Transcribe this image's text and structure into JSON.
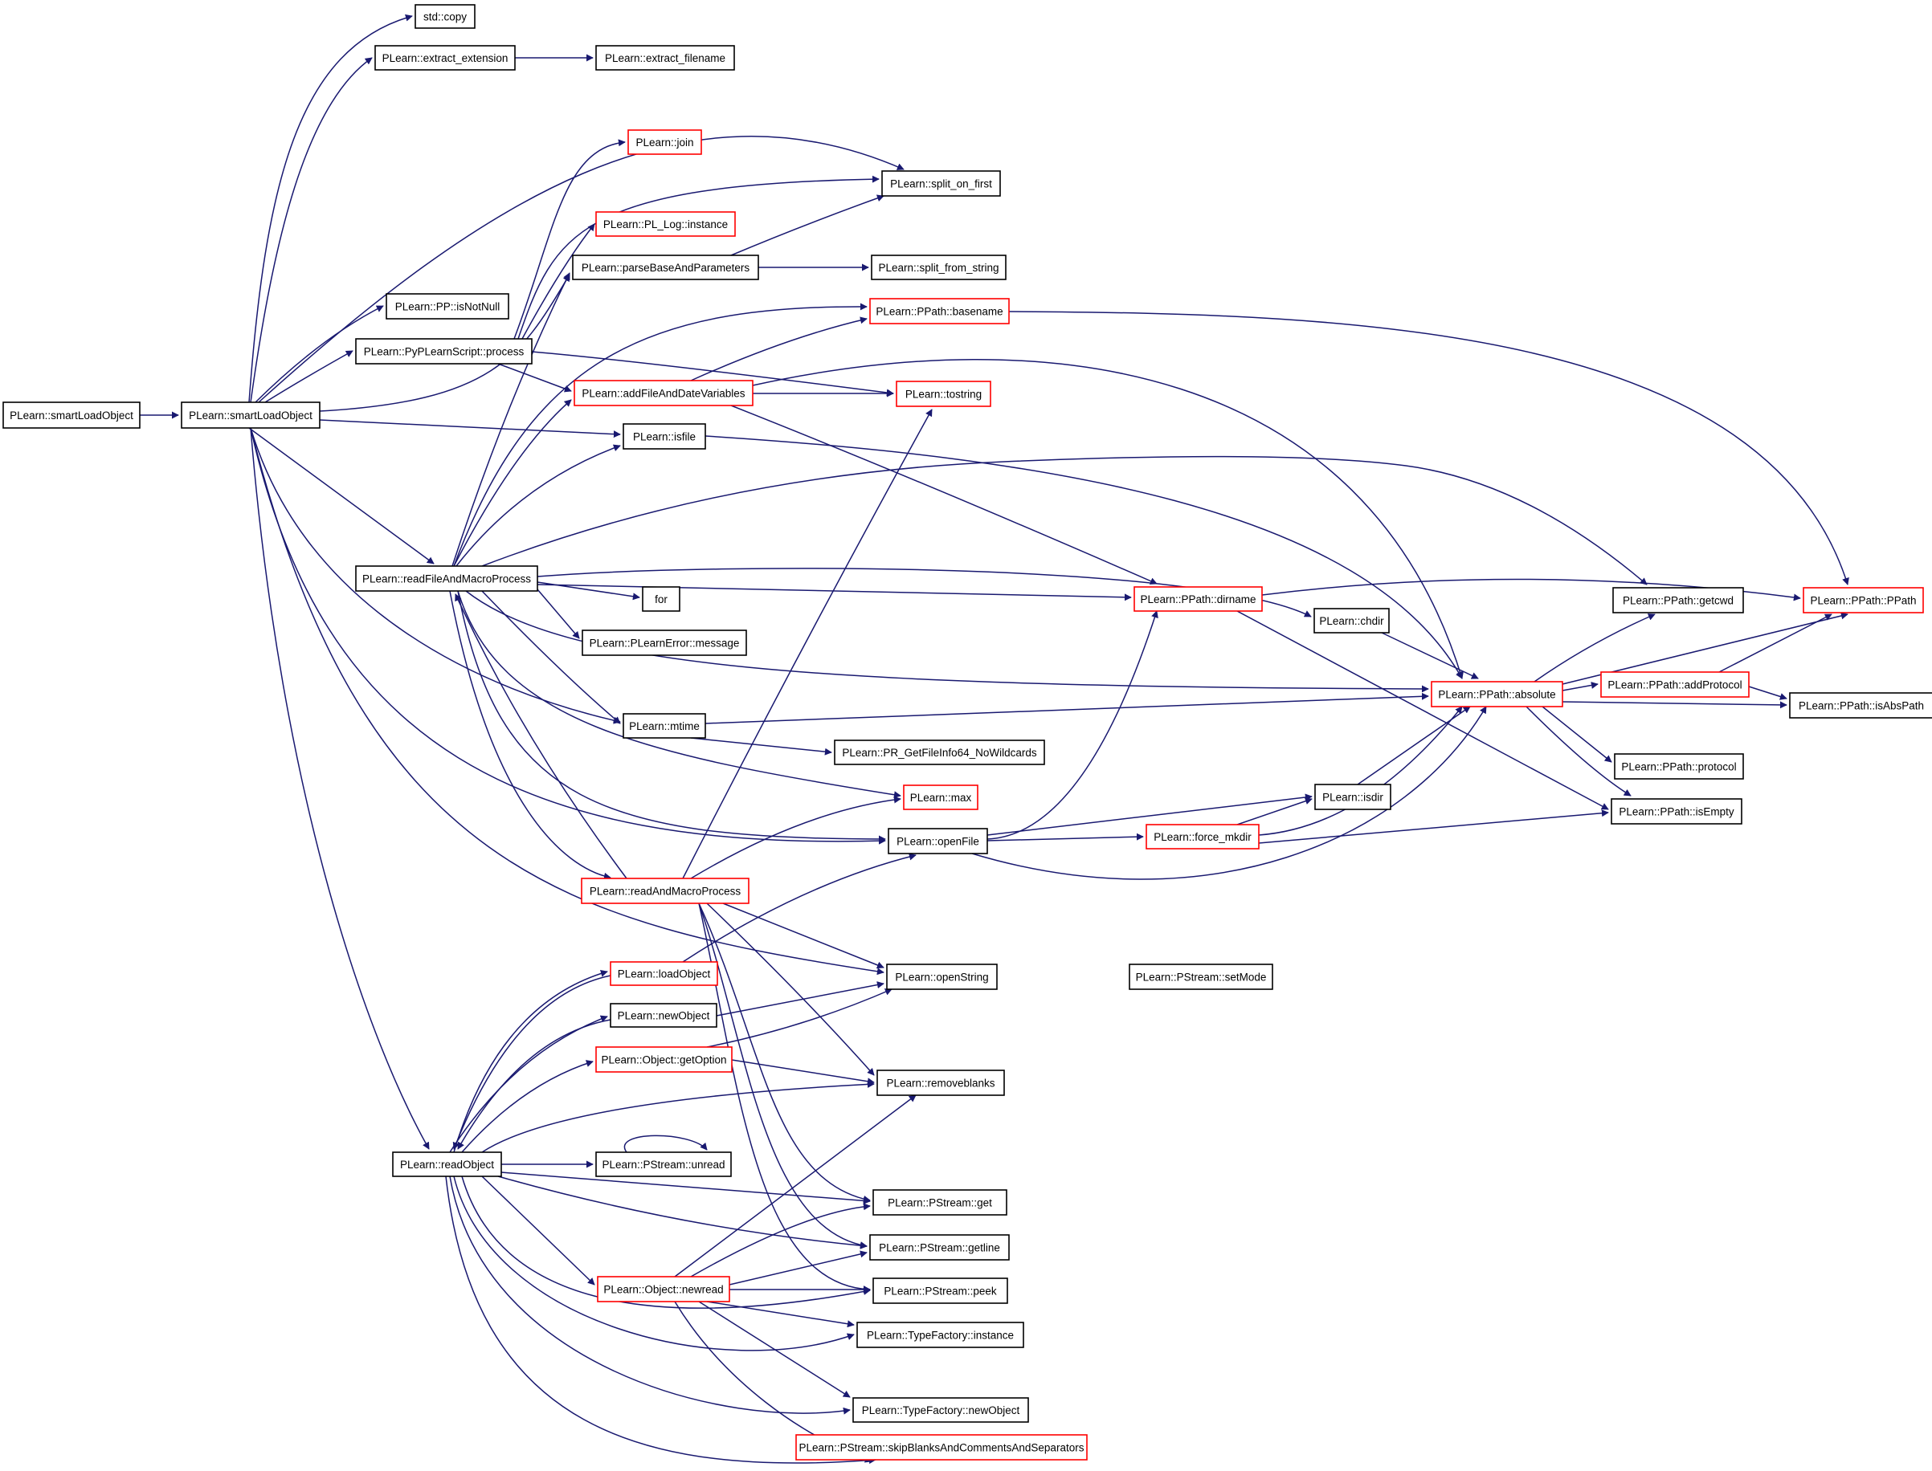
{
  "colors": {
    "edge": "#191970",
    "node_border": "#000000",
    "truncated_border": "#ff0000",
    "root_fill": "#bfbfbf"
  },
  "nodes": [
    {
      "id": "root",
      "label": "PLearn::smartLoadObject",
      "border": "black",
      "root": true
    },
    {
      "id": "slo",
      "label": "PLearn::smartLoadObject",
      "border": "black"
    },
    {
      "id": "copy",
      "label": "std::copy",
      "border": "black"
    },
    {
      "id": "extext",
      "label": "PLearn::extract_extension",
      "border": "black"
    },
    {
      "id": "extfn",
      "label": "PLearn::extract_filename",
      "border": "black"
    },
    {
      "id": "join",
      "label": "PLearn::join",
      "border": "red"
    },
    {
      "id": "split1",
      "label": "PLearn::split_on_first",
      "border": "black"
    },
    {
      "id": "plog",
      "label": "PLearn::PL_Log::instance",
      "border": "red"
    },
    {
      "id": "pbap",
      "label": "PLearn::parseBaseAndParameters",
      "border": "black"
    },
    {
      "id": "splitstr",
      "label": "PLearn::split_from_string",
      "border": "black"
    },
    {
      "id": "notnull",
      "label": "PLearn::PP::isNotNull",
      "border": "black"
    },
    {
      "id": "basename",
      "label": "PLearn::PPath::basename",
      "border": "red"
    },
    {
      "id": "pyproc",
      "label": "PLearn::PyPLearnScript::process",
      "border": "black"
    },
    {
      "id": "addfdv",
      "label": "PLearn::addFileAndDateVariables",
      "border": "red"
    },
    {
      "id": "tostring",
      "label": "PLearn::tostring",
      "border": "red"
    },
    {
      "id": "isfile",
      "label": "PLearn::isfile",
      "border": "black"
    },
    {
      "id": "rfamp",
      "label": "PLearn::readFileAndMacroProcess",
      "border": "black"
    },
    {
      "id": "for",
      "label": "for",
      "border": "black"
    },
    {
      "id": "dirname",
      "label": "PLearn::PPath::dirname",
      "border": "red"
    },
    {
      "id": "chdir",
      "label": "PLearn::chdir",
      "border": "black"
    },
    {
      "id": "getcwd",
      "label": "PLearn::PPath::getcwd",
      "border": "black"
    },
    {
      "id": "ppath",
      "label": "PLearn::PPath::PPath",
      "border": "red"
    },
    {
      "id": "plerr",
      "label": "PLearn::PLearnError::message",
      "border": "black"
    },
    {
      "id": "absolute",
      "label": "PLearn::PPath::absolute",
      "border": "red"
    },
    {
      "id": "addproto",
      "label": "PLearn::PPath::addProtocol",
      "border": "red"
    },
    {
      "id": "isabs",
      "label": "PLearn::PPath::isAbsPath",
      "border": "black"
    },
    {
      "id": "mtime",
      "label": "PLearn::mtime",
      "border": "black"
    },
    {
      "id": "prget",
      "label": "PLearn::PR_GetFileInfo64_NoWildcards",
      "border": "black"
    },
    {
      "id": "protocol",
      "label": "PLearn::PPath::protocol",
      "border": "black"
    },
    {
      "id": "max",
      "label": "PLearn::max",
      "border": "red"
    },
    {
      "id": "isdir",
      "label": "PLearn::isdir",
      "border": "black"
    },
    {
      "id": "isempty",
      "label": "PLearn::PPath::isEmpty",
      "border": "black"
    },
    {
      "id": "openfile",
      "label": "PLearn::openFile",
      "border": "black"
    },
    {
      "id": "mkdir",
      "label": "PLearn::force_mkdir",
      "border": "red"
    },
    {
      "id": "ramp",
      "label": "PLearn::readAndMacroProcess",
      "border": "red"
    },
    {
      "id": "loadobj",
      "label": "PLearn::loadObject",
      "border": "red"
    },
    {
      "id": "openstr",
      "label": "PLearn::openString",
      "border": "black"
    },
    {
      "id": "setmode",
      "label": "PLearn::PStream::setMode",
      "border": "black"
    },
    {
      "id": "newobj",
      "label": "PLearn::newObject",
      "border": "black"
    },
    {
      "id": "getopt",
      "label": "PLearn::Object::getOption",
      "border": "red"
    },
    {
      "id": "rmblanks",
      "label": "PLearn::removeblanks",
      "border": "black"
    },
    {
      "id": "readobj",
      "label": "PLearn::readObject",
      "border": "black"
    },
    {
      "id": "unread",
      "label": "PLearn::PStream::unread",
      "border": "black"
    },
    {
      "id": "get",
      "label": "PLearn::PStream::get",
      "border": "black"
    },
    {
      "id": "getline",
      "label": "PLearn::PStream::getline",
      "border": "black"
    },
    {
      "id": "newread",
      "label": "PLearn::Object::newread",
      "border": "red"
    },
    {
      "id": "peek",
      "label": "PLearn::PStream::peek",
      "border": "black"
    },
    {
      "id": "tfinst",
      "label": "PLearn::TypeFactory::instance",
      "border": "black"
    },
    {
      "id": "tfnew",
      "label": "PLearn::TypeFactory::newObject",
      "border": "black"
    },
    {
      "id": "skip",
      "label": "PLearn::PStream::skipBlanksAndCommentsAndSeparators",
      "border": "red"
    }
  ],
  "edges": [
    [
      "root",
      "slo"
    ],
    [
      "slo",
      "copy"
    ],
    [
      "slo",
      "extext"
    ],
    [
      "slo",
      "split1"
    ],
    [
      "slo",
      "notnull"
    ],
    [
      "slo",
      "pyproc"
    ],
    [
      "slo",
      "pbap"
    ],
    [
      "slo",
      "isfile"
    ],
    [
      "slo",
      "rfamp"
    ],
    [
      "slo",
      "mtime"
    ],
    [
      "slo",
      "openfile"
    ],
    [
      "slo",
      "openstr"
    ],
    [
      "slo",
      "readobj"
    ],
    [
      "extext",
      "extfn"
    ],
    [
      "pyproc",
      "join"
    ],
    [
      "pyproc",
      "split1"
    ],
    [
      "pyproc",
      "plog"
    ],
    [
      "pyproc",
      "addfdv"
    ],
    [
      "pyproc",
      "tostring"
    ],
    [
      "pbap",
      "split1"
    ],
    [
      "pbap",
      "splitstr"
    ],
    [
      "basename",
      "ppath"
    ],
    [
      "addfdv",
      "basename"
    ],
    [
      "addfdv",
      "tostring"
    ],
    [
      "addfdv",
      "dirname"
    ],
    [
      "addfdv",
      "absolute"
    ],
    [
      "isfile",
      "absolute"
    ],
    [
      "rfamp",
      "pbap"
    ],
    [
      "rfamp",
      "basename"
    ],
    [
      "rfamp",
      "addfdv"
    ],
    [
      "rfamp",
      "isfile"
    ],
    [
      "rfamp",
      "for"
    ],
    [
      "rfamp",
      "dirname"
    ],
    [
      "rfamp",
      "chdir"
    ],
    [
      "rfamp",
      "getcwd"
    ],
    [
      "rfamp",
      "plerr"
    ],
    [
      "rfamp",
      "absolute"
    ],
    [
      "rfamp",
      "mtime"
    ],
    [
      "rfamp",
      "max"
    ],
    [
      "rfamp",
      "openfile"
    ],
    [
      "rfamp",
      "ramp"
    ],
    [
      "dirname",
      "ppath"
    ],
    [
      "dirname",
      "isempty"
    ],
    [
      "chdir",
      "absolute"
    ],
    [
      "absolute",
      "getcwd"
    ],
    [
      "absolute",
      "ppath"
    ],
    [
      "absolute",
      "addproto"
    ],
    [
      "absolute",
      "isabs"
    ],
    [
      "absolute",
      "protocol"
    ],
    [
      "absolute",
      "isempty"
    ],
    [
      "addproto",
      "ppath"
    ],
    [
      "addproto",
      "isabs"
    ],
    [
      "mtime",
      "absolute"
    ],
    [
      "mtime",
      "prget"
    ],
    [
      "isdir",
      "absolute"
    ],
    [
      "openfile",
      "dirname"
    ],
    [
      "openfile",
      "isdir"
    ],
    [
      "openfile",
      "mkdir"
    ],
    [
      "openfile",
      "absolute"
    ],
    [
      "mkdir",
      "isdir"
    ],
    [
      "mkdir",
      "absolute"
    ],
    [
      "mkdir",
      "isempty"
    ],
    [
      "ramp",
      "tostring"
    ],
    [
      "ramp",
      "max"
    ],
    [
      "ramp",
      "rfamp"
    ],
    [
      "ramp",
      "openstr"
    ],
    [
      "ramp",
      "rmblanks"
    ],
    [
      "ramp",
      "get"
    ],
    [
      "ramp",
      "getline"
    ],
    [
      "ramp",
      "peek"
    ],
    [
      "loadobj",
      "openfile"
    ],
    [
      "loadobj",
      "readobj"
    ],
    [
      "newobj",
      "openstr"
    ],
    [
      "newobj",
      "readobj"
    ],
    [
      "getopt",
      "openstr"
    ],
    [
      "getopt",
      "rmblanks"
    ],
    [
      "readobj",
      "loadobj"
    ],
    [
      "readobj",
      "newobj"
    ],
    [
      "readobj",
      "getopt"
    ],
    [
      "readobj",
      "rmblanks"
    ],
    [
      "readobj",
      "unread"
    ],
    [
      "readobj",
      "get"
    ],
    [
      "readobj",
      "getline"
    ],
    [
      "readobj",
      "newread"
    ],
    [
      "readobj",
      "peek"
    ],
    [
      "readobj",
      "tfinst"
    ],
    [
      "readobj",
      "tfnew"
    ],
    [
      "readobj",
      "skip"
    ],
    [
      "unread",
      "unread"
    ],
    [
      "newread",
      "rmblanks"
    ],
    [
      "newread",
      "get"
    ],
    [
      "newread",
      "getline"
    ],
    [
      "newread",
      "peek"
    ],
    [
      "newread",
      "tfinst"
    ],
    [
      "newread",
      "tfnew"
    ],
    [
      "newread",
      "skip"
    ]
  ]
}
